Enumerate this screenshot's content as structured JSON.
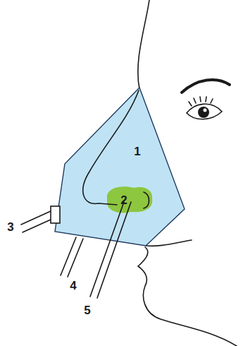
{
  "diagram": {
    "nodes": [
      {
        "text": [
          "1"
        ]
      },
      {
        "text": [
          "2"
        ],
        "in": 0
      }
    ],
    "labels": [
      "3",
      "4",
      "5"
    ]
  }
}
